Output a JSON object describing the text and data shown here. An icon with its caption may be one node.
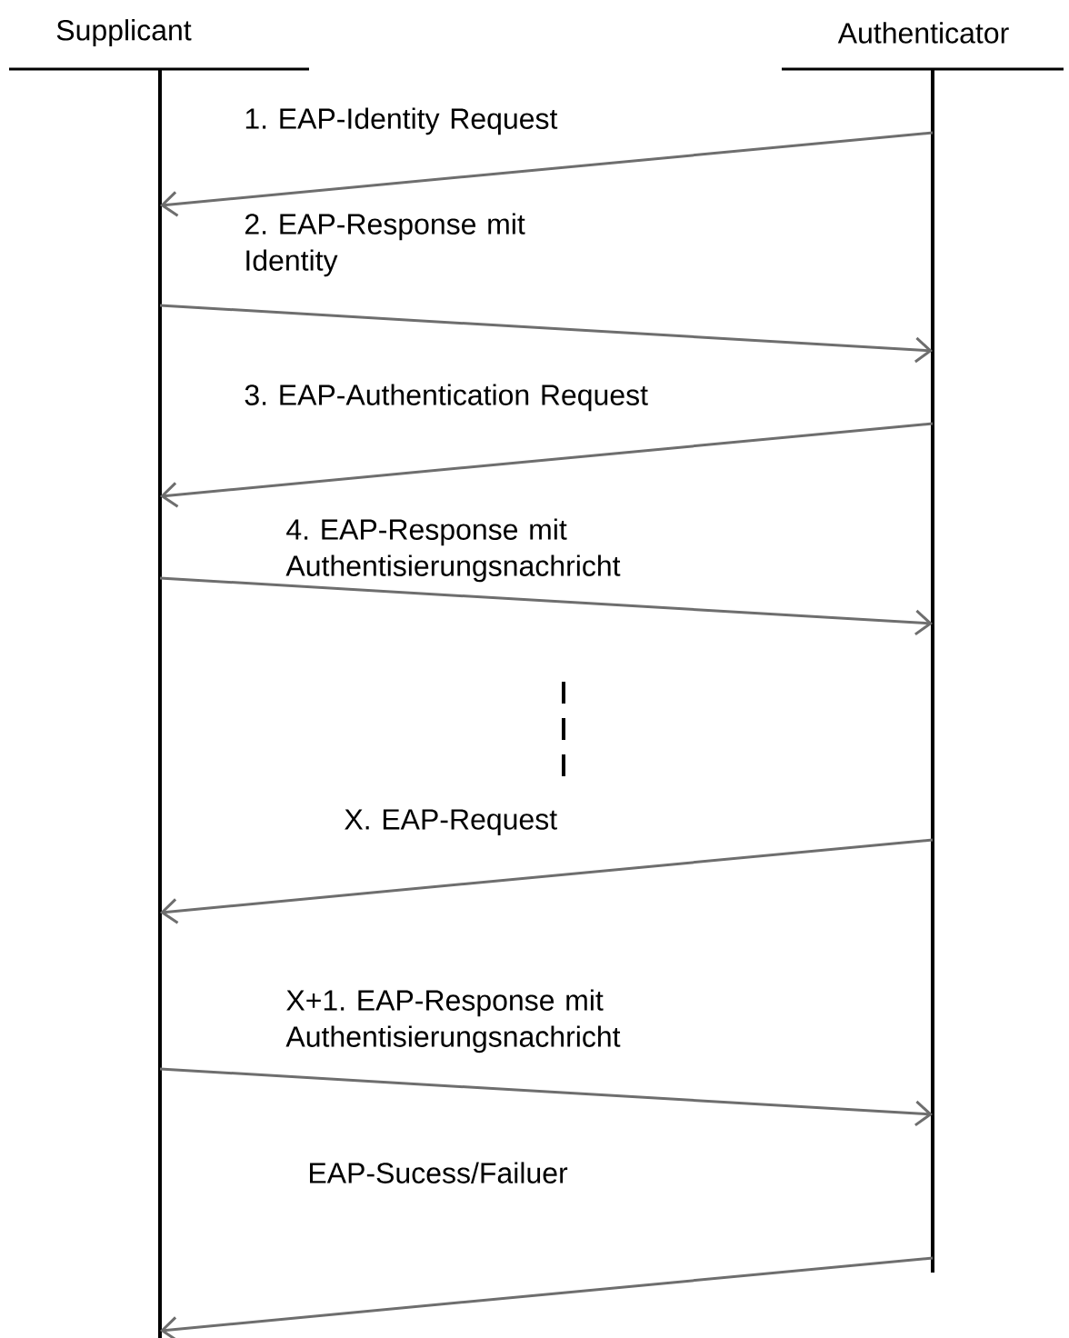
{
  "diagram": {
    "nodes": [
      {
        "text": [
          "Supplicant"
        ]
      },
      {
        "text": [
          "Authenticator"
        ]
      }
    ],
    "edges": [
      {
        "from": 1,
        "to": 0,
        "arrow": "to",
        "label": "1. EAP-Identity Request"
      },
      {
        "from": 0,
        "to": 1,
        "arrow": "to",
        "label": "2. EAP-Response mit Identity"
      },
      {
        "from": 1,
        "to": 0,
        "arrow": "to",
        "label": "3. EAP-Authentication Request"
      },
      {
        "from": 0,
        "to": 1,
        "arrow": "to",
        "label": "4. EAP-Response mit Authentisierungsnachricht"
      },
      {
        "from": 1,
        "to": 0,
        "arrow": "to",
        "label": "X. EAP-Request"
      },
      {
        "from": 0,
        "to": 1,
        "arrow": "to",
        "label": "X+1. EAP-Response mit Authentisierungsnachricht"
      },
      {
        "from": 1,
        "to": 0,
        "arrow": "to",
        "label": "EAP-Sucess/Failuer"
      }
    ]
  }
}
